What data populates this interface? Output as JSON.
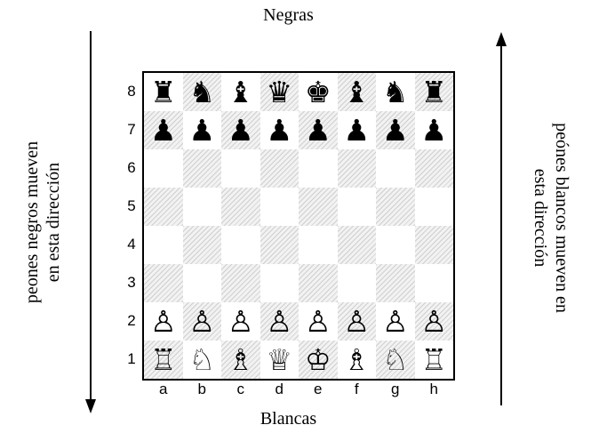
{
  "labels": {
    "top": "Negras",
    "bottom": "Blancas",
    "left_caption": [
      "peones negros mueven",
      "en esta dirección"
    ],
    "right_caption": [
      "peónes blancos mueven en",
      "esta dirección"
    ]
  },
  "board": {
    "files": [
      "a",
      "b",
      "c",
      "d",
      "e",
      "f",
      "g",
      "h"
    ],
    "ranks": [
      "8",
      "7",
      "6",
      "5",
      "4",
      "3",
      "2",
      "1"
    ],
    "rows": [
      [
        "♜",
        "♞",
        "♝",
        "♛",
        "♚",
        "♝",
        "♞",
        "♜"
      ],
      [
        "♟",
        "♟",
        "♟",
        "♟",
        "♟",
        "♟",
        "♟",
        "♟"
      ],
      [
        "",
        "",
        "",
        "",
        "",
        "",
        "",
        ""
      ],
      [
        "",
        "",
        "",
        "",
        "",
        "",
        "",
        ""
      ],
      [
        "",
        "",
        "",
        "",
        "",
        "",
        "",
        ""
      ],
      [
        "",
        "",
        "",
        "",
        "",
        "",
        "",
        ""
      ],
      [
        "♙",
        "♙",
        "♙",
        "♙",
        "♙",
        "♙",
        "♙",
        "♙"
      ],
      [
        "♖",
        "♘",
        "♗",
        "♕",
        "♔",
        "♗",
        "♘",
        "♖"
      ]
    ]
  },
  "arrows": {
    "left": "down",
    "right": "up"
  }
}
